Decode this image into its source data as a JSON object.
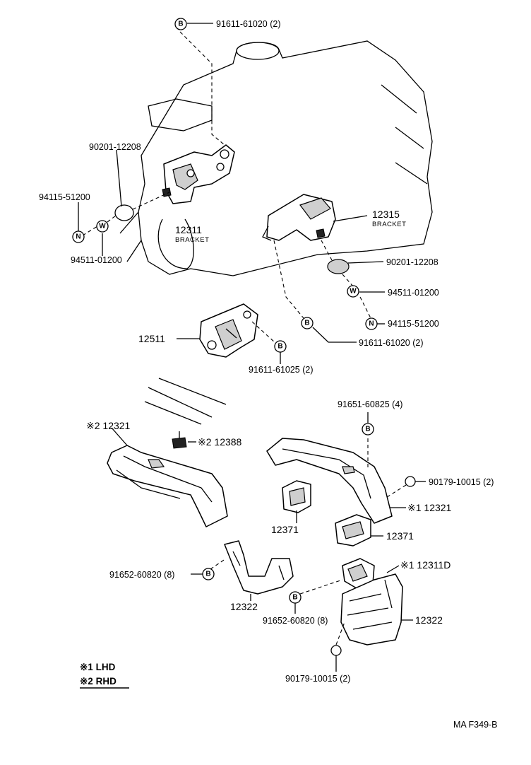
{
  "diagram": {
    "labels": {
      "l1": "91611-61020 (2)",
      "l2": "90201-12208",
      "l3": "94115-51200",
      "l4": "12311",
      "l5": "BRACKET",
      "l6": "94511-01200",
      "l7": "12315",
      "l8": "BRACKET",
      "l9": "90201-12208",
      "l10": "94511-01200",
      "l11": "94115-51200",
      "l12": "91611-61020 (2)",
      "l13": "12511",
      "l14": "91611-61025 (2)",
      "l15": "91651-60825 (4)",
      "l16": "※2 12321",
      "l17": "※2 12388",
      "l18": "90179-10015 (2)",
      "l19": "※1 12321",
      "l20": "12371",
      "l21": "12371",
      "l22": "※1 12311D",
      "l23": "91652-60820 (8)",
      "l24": "12322",
      "l25": "91652-60820 (8)",
      "l26": "12322",
      "l27": "90179-10015 (2)"
    },
    "symbols": {
      "B": "B",
      "N": "N",
      "W": "W"
    },
    "legend": {
      "lhd": "※1 LHD",
      "rhd": "※2 RHD"
    },
    "footer": "MA  F349-B"
  }
}
